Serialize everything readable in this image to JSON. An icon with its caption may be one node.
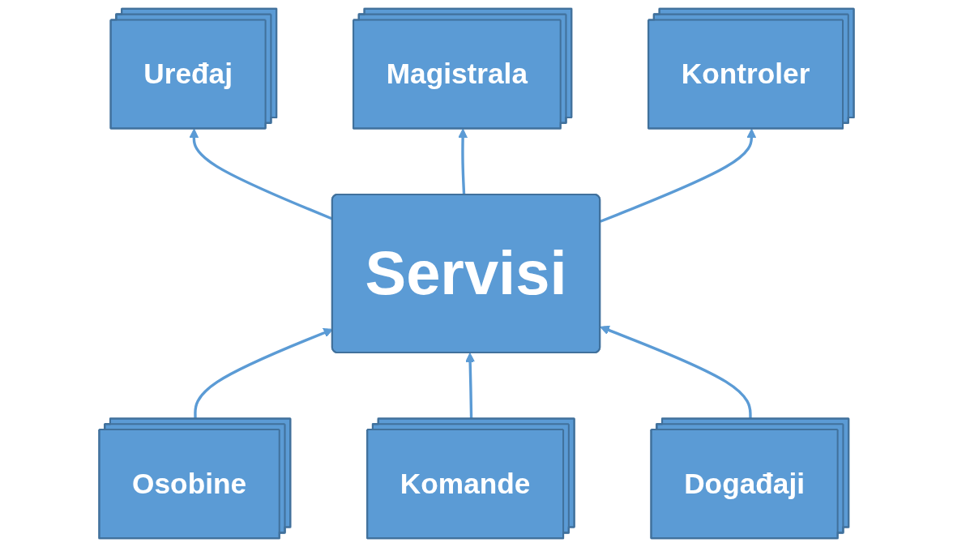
{
  "diagram": {
    "nodes": [
      {
        "text": [
          "Uređaj"
        ]
      },
      {
        "text": [
          "Magistrala"
        ]
      },
      {
        "text": [
          "Kontroler"
        ]
      },
      {
        "text": [
          "Servisi"
        ]
      },
      {
        "text": [
          "Osobine"
        ]
      },
      {
        "text": [
          "Komande"
        ]
      },
      {
        "text": [
          "Događaji"
        ]
      }
    ],
    "edges": [
      {
        "from": 3,
        "to": 0,
        "arrow": "to"
      },
      {
        "from": 3,
        "to": 1,
        "arrow": "to"
      },
      {
        "from": 3,
        "to": 2,
        "arrow": "to"
      },
      {
        "from": 4,
        "to": 3,
        "arrow": "to"
      },
      {
        "from": 5,
        "to": 3,
        "arrow": "to"
      },
      {
        "from": 6,
        "to": 3,
        "arrow": "to"
      }
    ]
  }
}
